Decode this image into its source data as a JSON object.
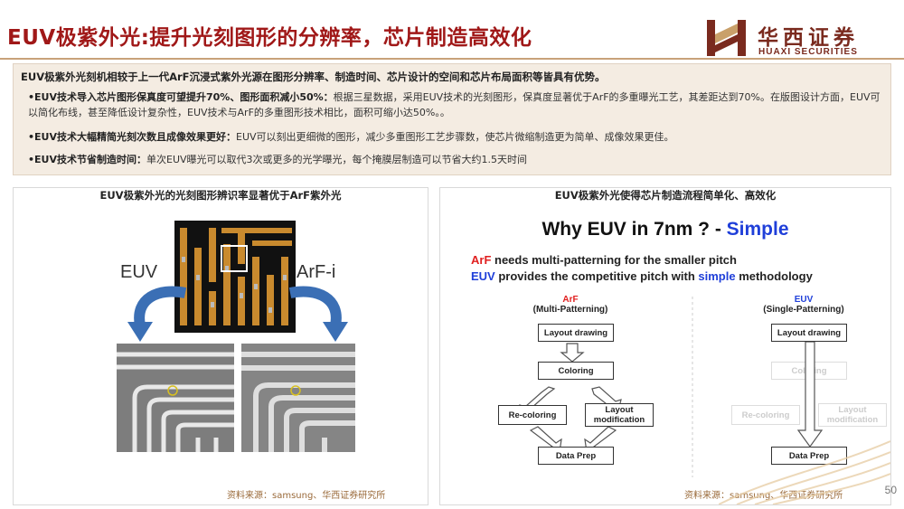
{
  "header": {
    "title": "EUV极紫外光:提升光刻图形的分辨率，芯片制造高效化",
    "logo_cn": "华西证券",
    "logo_en": "HUAXI SECURITIES"
  },
  "summary": {
    "intro": "EUV极紫外光刻机相较于上一代ArF沉浸式紫外光源在图形分辨率、制造时间、芯片设计的空间和芯片布局面积等皆具有优势。",
    "bullets": [
      {
        "lead": "•EUV技术导入芯片图形保真度可望提升70%、图形面积减小50%：",
        "text": "根据三星数据，采用EUV技术的光刻图形，保真度显著优于ArF的多重曝光工艺，其差距达到70%。在版图设计方面，EUV可以简化布线，甚至降低设计复杂性，EUV技术与ArF的多重图形技术相比，面积可缩小达50%。。"
      },
      {
        "lead": "•EUV技术大幅精简光刻次数且成像效果更好：",
        "text": "EUV可以刻出更细微的图形，减少多重图形工艺步骤数，使芯片微缩制造更为简单、成像效果更佳。"
      },
      {
        "lead": "•EUV技术节省制造时间：",
        "text": "单次EUV曝光可以取代3次或更多的光学曝光，每个掩膜层制造可以节省大约1.5天时间"
      }
    ]
  },
  "left_panel": {
    "title": "EUV极紫外光的光刻图形辨识率显著优于ArF紫外光",
    "label_euv": "EUV",
    "label_arf": "ArF-i",
    "source": "资料来源：samsung、华西证券研究所"
  },
  "right_panel": {
    "title": "EUV极紫外光使得芯片制造流程简单化、高效化",
    "slide_title_prefix": "Why EUV in 7nm ? - ",
    "slide_title_accent": "Simple",
    "line1_accent": "ArF",
    "line1_rest": " needs multi-patterning for the smaller pitch",
    "line2_accent": "EUV",
    "line2_mid": " provides the competitive pitch with ",
    "line2_accent2": "simple",
    "line2_rest": " methodology",
    "arf_col_name": "ArF",
    "arf_col_sub": "(Multi-Patterning)",
    "euv_col_name": "EUV",
    "euv_col_sub": "(Single-Patterning)",
    "arf_steps": {
      "layout": "Layout drawing",
      "coloring": "Coloring",
      "recoloring": "Re-coloring",
      "layout_mod": "Layout modification",
      "data_prep": "Data Prep"
    },
    "euv_steps": {
      "layout": "Layout drawing",
      "coloring_ghost": "Coloring",
      "recoloring_ghost": "Re-coloring",
      "layout_mod_ghost": "Layout modification",
      "data_prep": "Data Prep"
    },
    "source": "资料来源：samsung、华西证券研究所"
  },
  "page_number": "50",
  "colors": {
    "title_red": "#a01818",
    "brand_brown": "#7a2a1e",
    "accent_blue": "#1f3fd9",
    "arf_red": "#e02020",
    "summary_bg": "#f4ece2"
  }
}
